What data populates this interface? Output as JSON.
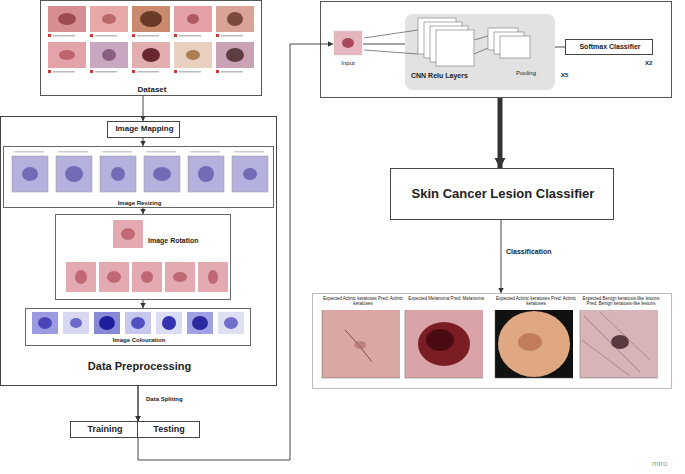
{
  "diagram": {
    "nodes": [
      {
        "text": [
          "Dataset"
        ]
      },
      {
        "text": [
          "Data Preprocessing"
        ]
      },
      {
        "text": [
          "Image Mapping"
        ],
        "in": 1
      },
      {
        "text": [
          "Image Resizing"
        ],
        "in": 1
      },
      {
        "text": [
          "Image Rotation"
        ],
        "in": 1
      },
      {
        "text": [
          "Image Colouration"
        ],
        "in": 1
      },
      {
        "text": [
          "Training"
        ]
      },
      {
        "text": [
          "Testing"
        ]
      },
      {
        "text": [
          "X2"
        ]
      },
      {
        "text": [
          "Input"
        ],
        "in": 8
      },
      {
        "text": [
          "CNN Relu Layers",
          "Pooling",
          "X5"
        ],
        "in": 8
      },
      {
        "text": [
          "Softmax Classifier"
        ],
        "in": 8
      },
      {
        "text": [
          "Skin Cancer Lesion Classifier"
        ]
      },
      {
        "text": [
          "Expected Actinic keratoses Pred: Actinic keratoses",
          "Expected Melanoma Pred: Melanoma",
          "Expected Actinic keratoses Pred: Actinic keratoses",
          "Expected Benign keratosis-like lesions Pred: Benign keratosis-like lesions"
        ]
      }
    ],
    "edges": [
      {
        "from": 0,
        "to": 2,
        "arrow": "to"
      },
      {
        "from": 2,
        "to": 3,
        "arrow": "to"
      },
      {
        "from": 3,
        "to": 4,
        "arrow": "to"
      },
      {
        "from": 4,
        "to": 5,
        "arrow": "to"
      },
      {
        "from": 1,
        "to": 6,
        "label": "Data Spliting",
        "arrow": "to"
      },
      {
        "from": 1,
        "to": 7,
        "arrow": "to"
      },
      {
        "from": 7,
        "to": 9,
        "arrow": "to"
      },
      {
        "from": 9,
        "to": 10,
        "arrow": "none"
      },
      {
        "from": 10,
        "to": 11,
        "arrow": "none"
      },
      {
        "from": 8,
        "to": 12,
        "arrow": "to"
      },
      {
        "from": 12,
        "to": 13,
        "label": "Classification",
        "arrow": "to"
      }
    ],
    "labels": [
      "miro"
    ]
  }
}
